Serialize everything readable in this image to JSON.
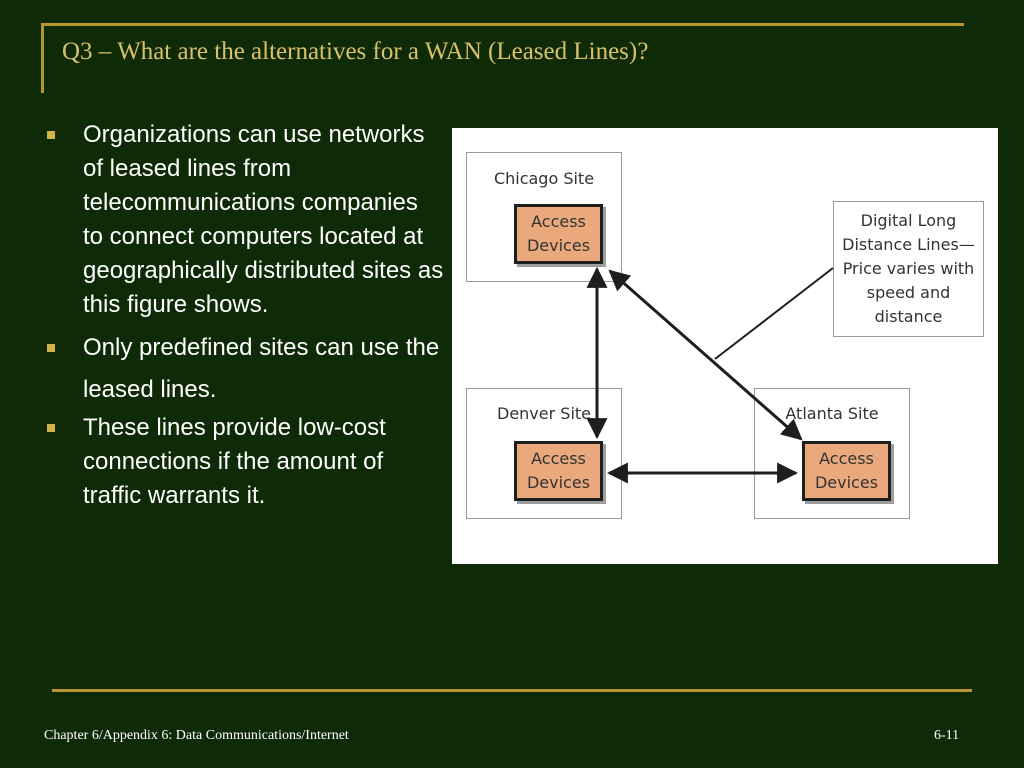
{
  "slide": {
    "title": "Q3 – What are the alternatives for a WAN (Leased Lines)?",
    "bullets": [
      "Organizations can use networks of leased lines from telecommunications companies to connect computers located at geographically distributed sites as this figure shows.",
      "Only predefined sites can use the leased lines.",
      "These lines provide low-cost  connections if the amount of traffic warrants it."
    ]
  },
  "figure": {
    "sites": {
      "chicago": {
        "label": "Chicago Site",
        "device": "Access Devices"
      },
      "denver": {
        "label": "Denver Site",
        "device": "Access Devices"
      },
      "atlanta": {
        "label": "Atlanta Site",
        "device": "Access Devices"
      }
    },
    "note": "Digital Long Distance Lines—Price varies with speed and distance"
  },
  "footer": {
    "chapter": "Chapter 6/Appendix 6: Data Communications/Internet",
    "page": "6-11"
  },
  "colors": {
    "background": "#0e2a06",
    "accent_rule": "#b8962e",
    "title": "#d9c06a",
    "device_fill": "#e9a97c"
  }
}
